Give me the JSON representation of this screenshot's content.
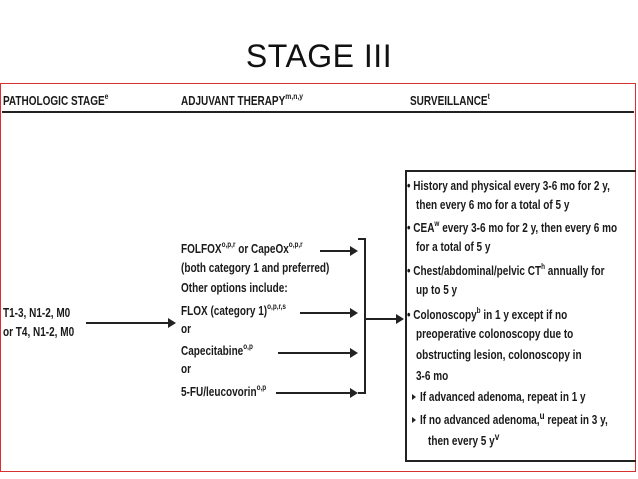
{
  "title": "STAGE III",
  "headers": {
    "stage": "PATHOLOGIC STAGE",
    "stage_sup": "e",
    "therapy": "ADJUVANT THERAPY",
    "therapy_sup": "m,n,y",
    "surveillance": "SURVEILLANCE",
    "surveillance_sup": "t"
  },
  "stage_lines": [
    "T1-3, N1-2, M0",
    "or T4, N1-2, M0"
  ],
  "therapy": {
    "folfox": "FOLFOX",
    "folfox_sup": "o,p,r",
    "or_capeox": " or CapeOx",
    "capeox_sup": "o,p,r",
    "line2": "(both category 1 and preferred)",
    "line3": "Other options include:",
    "flox": "FLOX (category 1)",
    "flox_sup": "o,p,r,s",
    "or1": "or",
    "cape": "Capecitabine",
    "cape_sup": "o,p",
    "or2": "or",
    "fu": "5-FU/leucovorin",
    "fu_sup": "o,p"
  },
  "surveillance": {
    "l1": "History and physical every 3-6 mo for 2 y,",
    "l2": "then every 6 mo for a total of 5 y",
    "l3a": "CEA",
    "l3sup": "w",
    "l3b": " every 3-6 mo for 2 y, then every 6 mo",
    "l4": "for a total of 5 y",
    "l5a": "Chest/abdominal/pelvic CT",
    "l5sup": "h",
    "l5b": " annually for",
    "l6": "up to 5 y",
    "l7a": "Colonoscopy",
    "l7sup": "b",
    "l7b": " in 1 y except if no",
    "l8": "preoperative colonoscopy due to",
    "l9": "obstructing lesion, colonoscopy in",
    "l10": "3-6 mo",
    "s1": "If advanced adenoma, repeat in 1 y",
    "s2a": "If no advanced adenoma,",
    "s2sup": "u",
    "s2b": " repeat in 3 y,",
    "s3a": "then every 5 y",
    "s3sup": "v",
    "bullet": "•"
  }
}
